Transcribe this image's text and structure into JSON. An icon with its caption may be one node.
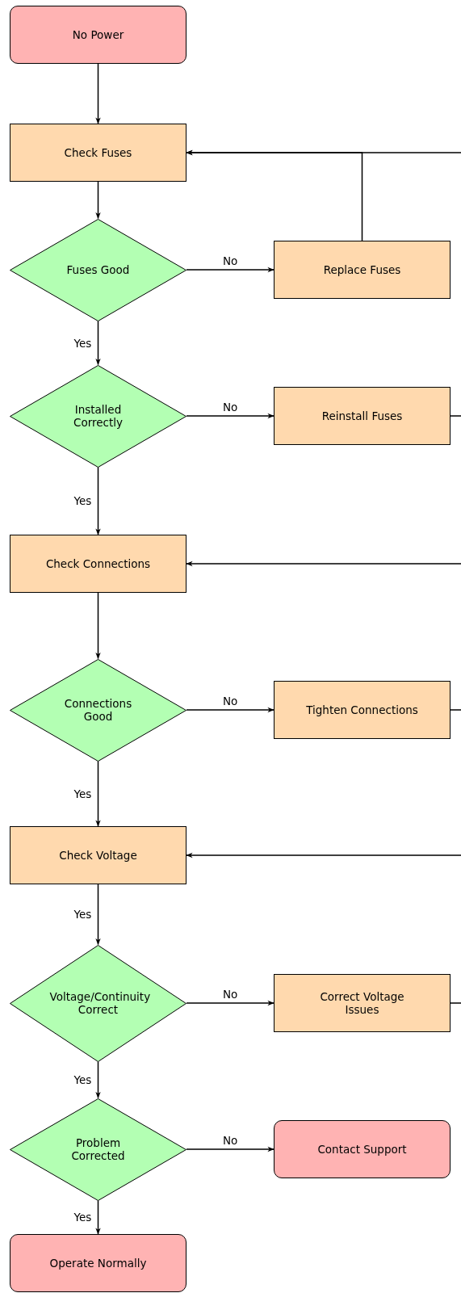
{
  "diagram": {
    "nodes": [
      {
        "text": [
          "No Power"
        ]
      },
      {
        "text": [
          "Check Fuses"
        ]
      },
      {
        "text": [
          "Fuses Good"
        ]
      },
      {
        "text": [
          "Replace Fuses"
        ]
      },
      {
        "text": [
          "Installed Correctly"
        ]
      },
      {
        "text": [
          "Reinstall Fuses"
        ]
      },
      {
        "text": [
          "Check Connections"
        ]
      },
      {
        "text": [
          "Connections Good"
        ]
      },
      {
        "text": [
          "Tighten Connections"
        ]
      },
      {
        "text": [
          "Check Voltage"
        ]
      },
      {
        "text": [
          "Voltage/Continuity Correct"
        ]
      },
      {
        "text": [
          "Correct Voltage Issues"
        ]
      },
      {
        "text": [
          "Problem Corrected"
        ]
      },
      {
        "text": [
          "Contact Support"
        ]
      },
      {
        "text": [
          "Operate Normally"
        ]
      }
    ],
    "edges": [
      {
        "from": 0,
        "to": 1,
        "arrow": "to"
      },
      {
        "from": 1,
        "to": 2,
        "arrow": "to"
      },
      {
        "from": 2,
        "to": 3,
        "arrow": "to",
        "label": "No"
      },
      {
        "from": 3,
        "to": 1,
        "arrow": "to"
      },
      {
        "from": null,
        "to": 1,
        "arrow": "to"
      },
      {
        "from": 2,
        "to": 4,
        "arrow": "to",
        "label": "Yes"
      },
      {
        "from": 4,
        "to": 5,
        "arrow": "to",
        "label": "No"
      },
      {
        "from": 5,
        "to": null,
        "arrow": "none"
      },
      {
        "from": 4,
        "to": 6,
        "arrow": "to",
        "label": "Yes"
      },
      {
        "from": null,
        "to": 6,
        "arrow": "to"
      },
      {
        "from": 6,
        "to": 7,
        "arrow": "to"
      },
      {
        "from": 7,
        "to": 8,
        "arrow": "to",
        "label": "No"
      },
      {
        "from": 8,
        "to": null,
        "arrow": "none"
      },
      {
        "from": 7,
        "to": 9,
        "arrow": "to",
        "label": "Yes"
      },
      {
        "from": null,
        "to": 9,
        "arrow": "to"
      },
      {
        "from": 9,
        "to": 10,
        "arrow": "to",
        "label": "Yes"
      },
      {
        "from": 10,
        "to": 11,
        "arrow": "to",
        "label": "No"
      },
      {
        "from": 11,
        "to": null,
        "arrow": "none"
      },
      {
        "from": 10,
        "to": 12,
        "arrow": "to",
        "label": "Yes"
      },
      {
        "from": 12,
        "to": 13,
        "arrow": "to",
        "label": "No"
      },
      {
        "from": 12,
        "to": 14,
        "arrow": "to",
        "label": "Yes"
      }
    ]
  }
}
